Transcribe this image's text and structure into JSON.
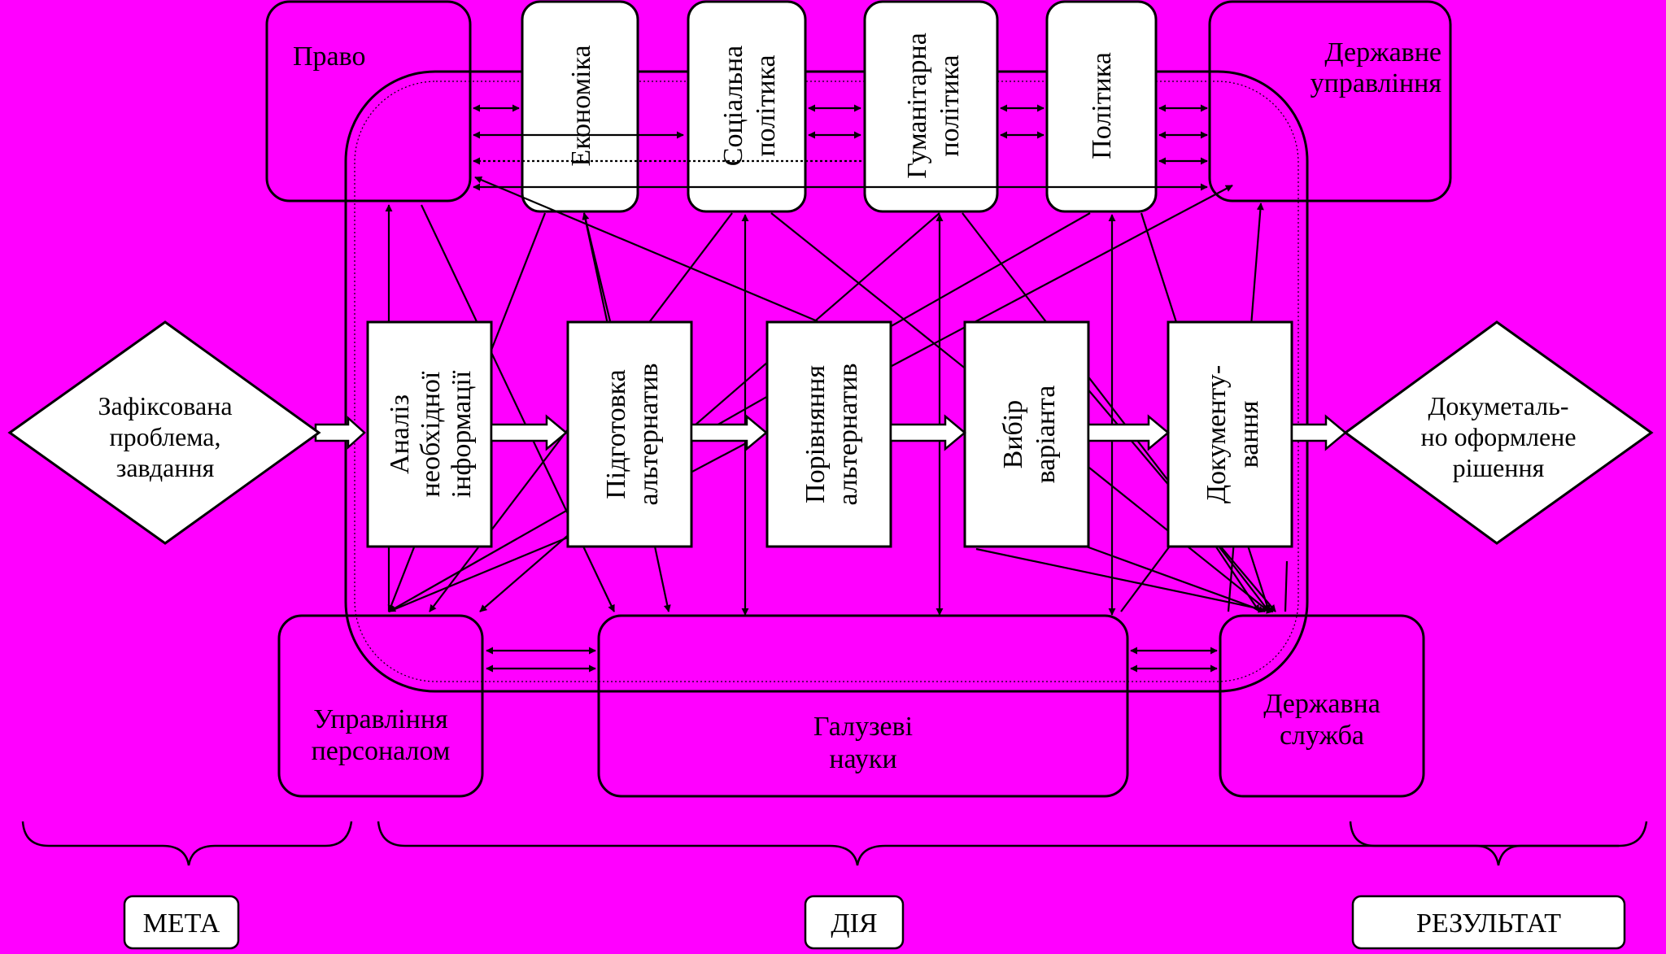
{
  "colors": {
    "background": "#ff00ff",
    "box_fill": "#ffffff",
    "stroke": "#000000"
  },
  "domains_top": {
    "law": "Право",
    "economics": "Економіка",
    "social_policy": [
      "Соціальна",
      "політика"
    ],
    "humanitarian_policy": [
      "Гуманітарна",
      "політика"
    ],
    "politics": "Політика",
    "public_administration": [
      "Державне",
      "управління"
    ]
  },
  "domains_bottom": {
    "personnel_management": [
      "Управління",
      "персоналом"
    ],
    "branch_sciences": [
      "Галузеві",
      "науки"
    ],
    "civil_service": [
      "Державна",
      "служба"
    ]
  },
  "input": [
    "Зафіксована",
    "проблема,",
    "завдання"
  ],
  "output": [
    "Докуметаль-",
    "но оформлене",
    "рішення"
  ],
  "steps": [
    {
      "id": "analysis",
      "lines": [
        "Аналіз",
        "необхідної",
        "інформації"
      ]
    },
    {
      "id": "preparation",
      "lines": [
        "Підготовка",
        "альтернатив"
      ]
    },
    {
      "id": "comparison",
      "lines": [
        "Порівняння",
        "альтернатив"
      ]
    },
    {
      "id": "selection",
      "lines": [
        "Вибір",
        "варіанта"
      ]
    },
    {
      "id": "documentation",
      "lines": [
        "Документу-",
        "вання"
      ]
    }
  ],
  "phases": {
    "goal": "МЕТА",
    "action": "ДІЯ",
    "result": "РЕЗУЛЬТАТ"
  }
}
